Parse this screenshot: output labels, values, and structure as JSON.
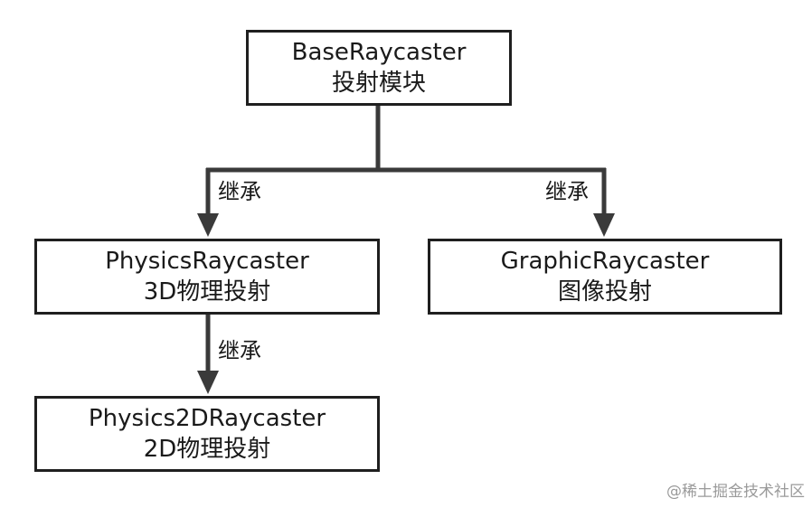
{
  "nodes": {
    "base": {
      "name": "BaseRaycaster",
      "desc": "投射模块"
    },
    "physics": {
      "name": "PhysicsRaycaster",
      "desc": "3D物理投射"
    },
    "graphic": {
      "name": "GraphicRaycaster",
      "desc": "图像投射"
    },
    "physics2d": {
      "name": "Physics2DRaycaster",
      "desc": "2D物理投射"
    }
  },
  "edges": {
    "base_to_physics": "继承",
    "base_to_graphic": "继承",
    "physics_to_physics2d": "继承"
  },
  "colors": {
    "line": "#3a3a3a",
    "border": "#1f1f1f",
    "text": "#1a1a1a"
  },
  "watermark": "@稀土掘金技术社区"
}
